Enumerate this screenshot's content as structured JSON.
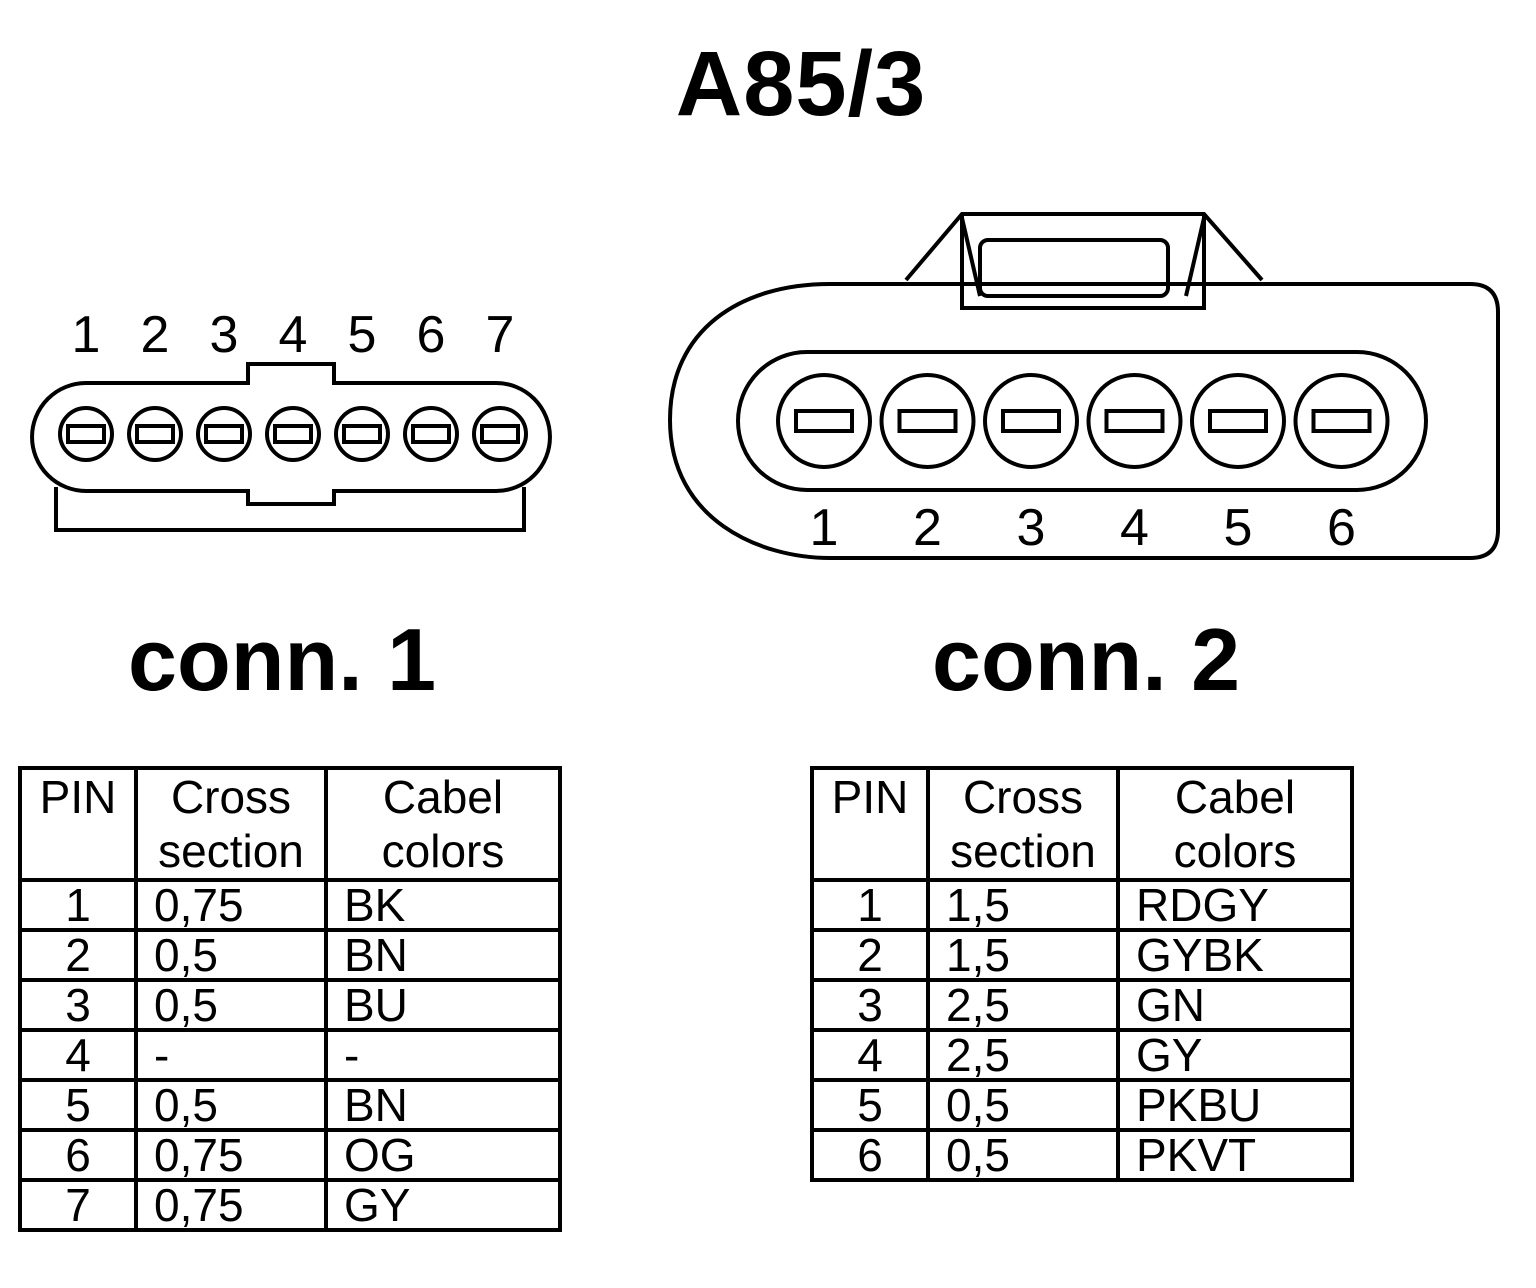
{
  "title": "A85/3",
  "connectors": [
    {
      "label": "conn. 1",
      "pin_numbers": [
        "1",
        "2",
        "3",
        "4",
        "5",
        "6",
        "7"
      ],
      "table": {
        "headers": {
          "pin": "PIN",
          "cross_section": [
            "Cross",
            "section"
          ],
          "cabel_colors": [
            "Cabel",
            "colors"
          ]
        },
        "rows": [
          {
            "pin": "1",
            "cross_section": "0,75",
            "color": "BK"
          },
          {
            "pin": "2",
            "cross_section": "0,5",
            "color": "BN"
          },
          {
            "pin": "3",
            "cross_section": "0,5",
            "color": "BU"
          },
          {
            "pin": "4",
            "cross_section": "-",
            "color": "-"
          },
          {
            "pin": "5",
            "cross_section": "0,5",
            "color": "BN"
          },
          {
            "pin": "6",
            "cross_section": "0,75",
            "color": "OG"
          },
          {
            "pin": "7",
            "cross_section": "0,75",
            "color": "GY"
          }
        ]
      }
    },
    {
      "label": "conn. 2",
      "pin_numbers": [
        "1",
        "2",
        "3",
        "4",
        "5",
        "6"
      ],
      "table": {
        "headers": {
          "pin": "PIN",
          "cross_section": [
            "Cross",
            "section"
          ],
          "cabel_colors": [
            "Cabel",
            "colors"
          ]
        },
        "rows": [
          {
            "pin": "1",
            "cross_section": "1,5",
            "color": "RDGY"
          },
          {
            "pin": "2",
            "cross_section": "1,5",
            "color": "GYBK"
          },
          {
            "pin": "3",
            "cross_section": "2,5",
            "color": "GN"
          },
          {
            "pin": "4",
            "cross_section": "2,5",
            "color": "GY"
          },
          {
            "pin": "5",
            "cross_section": "0,5",
            "color": "PKBU"
          },
          {
            "pin": "6",
            "cross_section": "0,5",
            "color": "PKVT"
          }
        ]
      }
    }
  ]
}
